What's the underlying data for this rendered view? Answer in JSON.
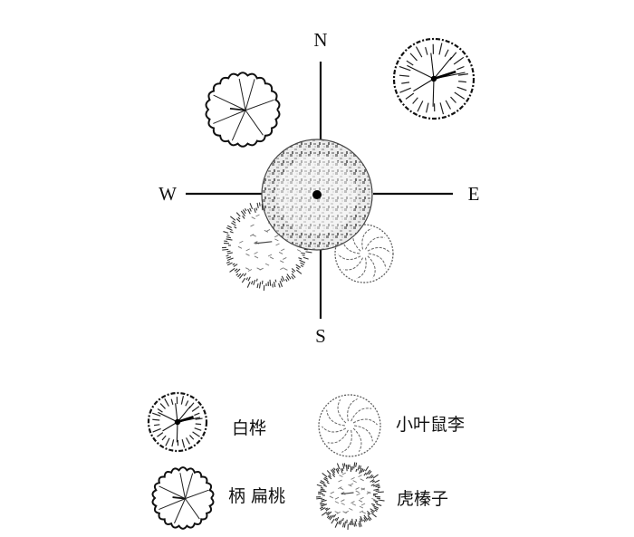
{
  "compass": {
    "north": "N",
    "south": "S",
    "east": "E",
    "west": "W"
  },
  "legend": {
    "birch": "白桦",
    "flat_peach": "柄 扁桃",
    "small_leaf_buckthorn": "小叶鼠李",
    "hazel": "虎榛子"
  },
  "symbols": {
    "birch": "birch-tree-symbol",
    "flat_peach": "flat-peach-tree-symbol",
    "small_leaf_buckthorn": "small-leaf-buckthorn-symbol",
    "hazel": "hazel-shrub-symbol",
    "center": "central-large-tree-symbol"
  }
}
